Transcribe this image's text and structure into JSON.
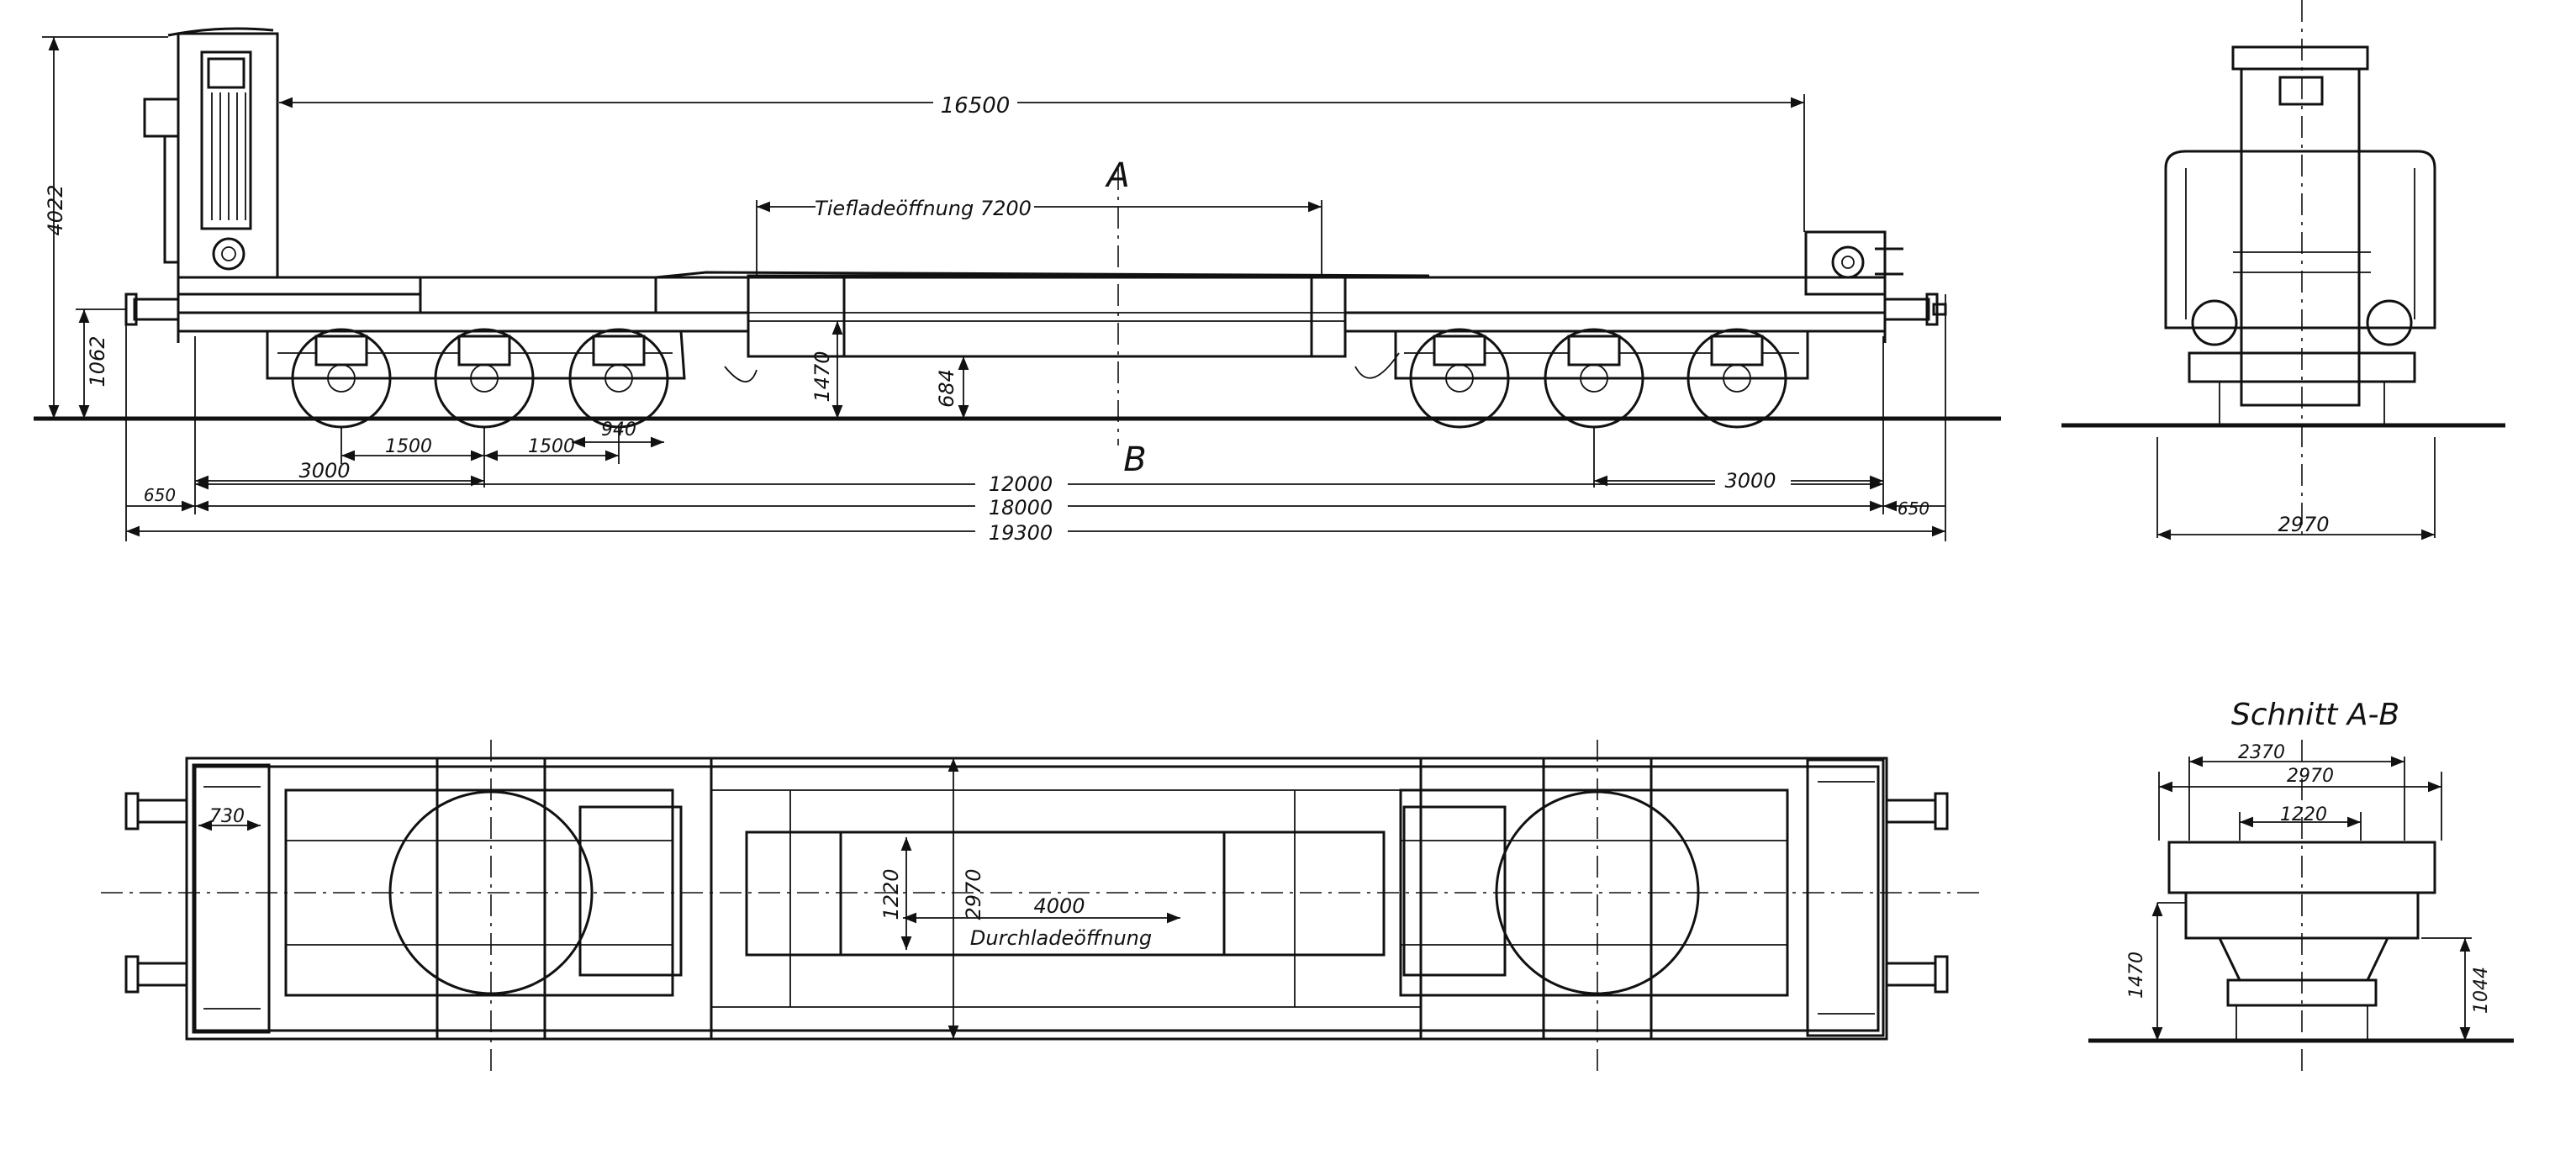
{
  "section_title": "Schnitt A-B",
  "markers": {
    "A": "A",
    "B": "B"
  },
  "side_view": {
    "overall_top_length": "16500",
    "height_total": "4022",
    "height_buffer": "1062",
    "low_loading_opening": "Tiefladeöffnung 7200",
    "deck_height": "1470",
    "well_height": "684",
    "axle_spacing_1": "1500",
    "axle_spacing_2": "1500",
    "wheel_dim": "940",
    "bogie_offset_left": "3000",
    "bogie_offset_right": "3000",
    "bogie_centres": "12000",
    "frame_length": "18000",
    "length_over_buffers": "19300",
    "buffer_left": "650",
    "buffer_right": "650"
  },
  "end_view": {
    "width": "2970"
  },
  "plan_view": {
    "dim_730": "730",
    "dim_1220": "1220",
    "dim_2970": "2970",
    "through_opening_length": "4000",
    "through_opening_label": "Durchladeöffnung"
  },
  "section_view": {
    "dim_2370": "2370",
    "dim_2970": "2970",
    "dim_1220": "1220",
    "dim_1470": "1470",
    "dim_1044": "1044"
  },
  "colors": {
    "ink": "#111111",
    "paper": "#ffffff"
  }
}
